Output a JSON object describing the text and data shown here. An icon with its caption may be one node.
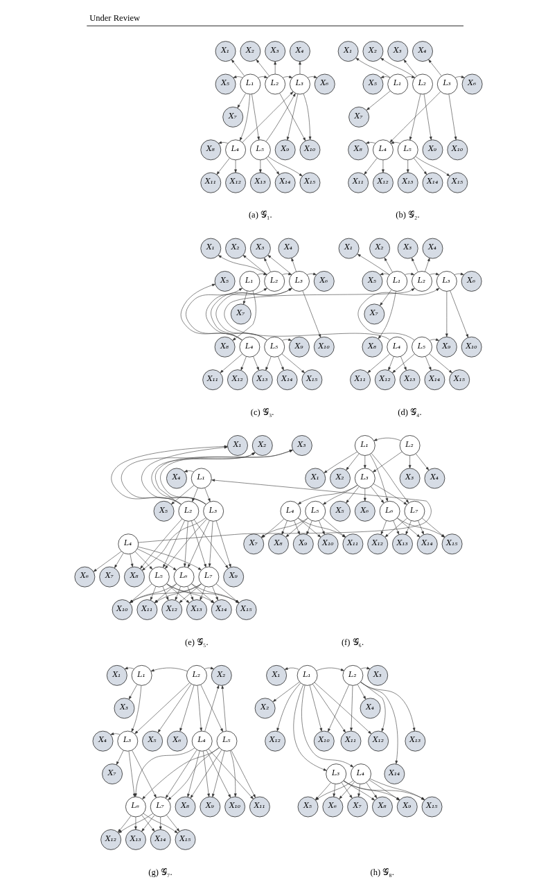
{
  "diagram": {
    "nodes": [
      {
        "text": [
          "X₁"
        ]
      },
      {
        "text": [
          "X₂"
        ]
      },
      {
        "text": [
          "X₃"
        ]
      },
      {
        "text": [
          "X₄"
        ]
      },
      {
        "text": [
          "X₅"
        ]
      },
      {
        "text": [
          "L₁"
        ]
      },
      {
        "text": [
          "L₂"
        ]
      },
      {
        "text": [
          "L₃"
        ]
      },
      {
        "text": [
          "X₆"
        ]
      },
      {
        "text": [
          "X₇"
        ]
      },
      {
        "text": [
          "X₈"
        ]
      },
      {
        "text": [
          "L₄"
        ]
      },
      {
        "text": [
          "L₅"
        ]
      },
      {
        "text": [
          "X₉"
        ]
      },
      {
        "text": [
          "X₁₀"
        ]
      },
      {
        "text": [
          "X₁₁"
        ]
      },
      {
        "text": [
          "X₁₂"
        ]
      },
      {
        "text": [
          "X₁₃"
        ]
      },
      {
        "text": [
          "X₁₄"
        ]
      },
      {
        "text": [
          "X₁₅"
        ]
      },
      {
        "text": [
          "X₁"
        ]
      },
      {
        "text": [
          "X₂"
        ]
      },
      {
        "text": [
          "X₃"
        ]
      },
      {
        "text": [
          "X₄"
        ]
      },
      {
        "text": [
          "X₅"
        ]
      },
      {
        "text": [
          "L₁"
        ]
      },
      {
        "text": [
          "L₂"
        ]
      },
      {
        "text": [
          "L₃"
        ]
      },
      {
        "text": [
          "X₆"
        ]
      },
      {
        "text": [
          "X₇"
        ]
      },
      {
        "text": [
          "X₈"
        ]
      },
      {
        "text": [
          "L₄"
        ]
      },
      {
        "text": [
          "L₅"
        ]
      },
      {
        "text": [
          "X₉"
        ]
      },
      {
        "text": [
          "X₁₀"
        ]
      },
      {
        "text": [
          "X₁₁"
        ]
      },
      {
        "text": [
          "X₁₂"
        ]
      },
      {
        "text": [
          "X₁₃"
        ]
      },
      {
        "text": [
          "X₁₄"
        ]
      },
      {
        "text": [
          "X₁₅"
        ]
      },
      {
        "text": [
          "X₁"
        ]
      },
      {
        "text": [
          "X₂"
        ]
      },
      {
        "text": [
          "X₃"
        ]
      },
      {
        "text": [
          "X₄"
        ]
      },
      {
        "text": [
          "X₅"
        ]
      },
      {
        "text": [
          "L₁"
        ]
      },
      {
        "text": [
          "L₂"
        ]
      },
      {
        "text": [
          "L₃"
        ]
      },
      {
        "text": [
          "X₆"
        ]
      },
      {
        "text": [
          "X₇"
        ]
      },
      {
        "text": [
          "X₈"
        ]
      },
      {
        "text": [
          "L₄"
        ]
      },
      {
        "text": [
          "L₅"
        ]
      },
      {
        "text": [
          "X₉"
        ]
      },
      {
        "text": [
          "X₁₀"
        ]
      },
      {
        "text": [
          "X₁₁"
        ]
      },
      {
        "text": [
          "X₁₂"
        ]
      },
      {
        "text": [
          "X₁₃"
        ]
      },
      {
        "text": [
          "X₁₄"
        ]
      },
      {
        "text": [
          "X₁₅"
        ]
      },
      {
        "text": [
          "X₁"
        ]
      },
      {
        "text": [
          "X₂"
        ]
      },
      {
        "text": [
          "X₃"
        ]
      },
      {
        "text": [
          "X₄"
        ]
      },
      {
        "text": [
          "X₅"
        ]
      },
      {
        "text": [
          "L₁"
        ]
      },
      {
        "text": [
          "L₂"
        ]
      },
      {
        "text": [
          "L₃"
        ]
      },
      {
        "text": [
          "X₆"
        ]
      },
      {
        "text": [
          "X₇"
        ]
      },
      {
        "text": [
          "X₈"
        ]
      },
      {
        "text": [
          "L₄"
        ]
      },
      {
        "text": [
          "L₅"
        ]
      },
      {
        "text": [
          "X₉"
        ]
      },
      {
        "text": [
          "X₁₀"
        ]
      },
      {
        "text": [
          "X₁₁"
        ]
      },
      {
        "text": [
          "X₁₂"
        ]
      },
      {
        "text": [
          "X₁₃"
        ]
      },
      {
        "text": [
          "X₁₄"
        ]
      },
      {
        "text": [
          "X₁₅"
        ]
      },
      {
        "text": [
          "X₁"
        ]
      },
      {
        "text": [
          "X₂"
        ]
      },
      {
        "text": [
          "X₃"
        ]
      },
      {
        "text": [
          "X₄"
        ]
      },
      {
        "text": [
          "L₁"
        ]
      },
      {
        "text": [
          "X₅"
        ]
      },
      {
        "text": [
          "L₂"
        ]
      },
      {
        "text": [
          "L₃"
        ]
      },
      {
        "text": [
          "L₄"
        ]
      },
      {
        "text": [
          "X₆"
        ]
      },
      {
        "text": [
          "X₇"
        ]
      },
      {
        "text": [
          "X₈"
        ]
      },
      {
        "text": [
          "L₅"
        ]
      },
      {
        "text": [
          "L₆"
        ]
      },
      {
        "text": [
          "L₇"
        ]
      },
      {
        "text": [
          "X₉"
        ]
      },
      {
        "text": [
          "X₁₀"
        ]
      },
      {
        "text": [
          "X₁₁"
        ]
      },
      {
        "text": [
          "X₁₂"
        ]
      },
      {
        "text": [
          "X₁₃"
        ]
      },
      {
        "text": [
          "X₁₄"
        ]
      },
      {
        "text": [
          "X₁₅"
        ]
      },
      {
        "text": [
          "L₁"
        ]
      },
      {
        "text": [
          "L₂"
        ]
      },
      {
        "text": [
          "X₁"
        ]
      },
      {
        "text": [
          "X₂"
        ]
      },
      {
        "text": [
          "L₃"
        ]
      },
      {
        "text": [
          "X₃"
        ]
      },
      {
        "text": [
          "X₄"
        ]
      },
      {
        "text": [
          "L₄"
        ]
      },
      {
        "text": [
          "L₅"
        ]
      },
      {
        "text": [
          "X₅"
        ]
      },
      {
        "text": [
          "X₆"
        ]
      },
      {
        "text": [
          "L₆"
        ]
      },
      {
        "text": [
          "L₇"
        ]
      },
      {
        "text": [
          "X₇"
        ]
      },
      {
        "text": [
          "X₈"
        ]
      },
      {
        "text": [
          "X₉"
        ]
      },
      {
        "text": [
          "X₁₀"
        ]
      },
      {
        "text": [
          "X₁₁"
        ]
      },
      {
        "text": [
          "X₁₂"
        ]
      },
      {
        "text": [
          "X₁₃"
        ]
      },
      {
        "text": [
          "X₁₄"
        ]
      },
      {
        "text": [
          "X₁₅"
        ]
      },
      {
        "text": [
          "X₁"
        ]
      },
      {
        "text": [
          "L₁"
        ]
      },
      {
        "text": [
          "L₂"
        ]
      },
      {
        "text": [
          "X₂"
        ]
      },
      {
        "text": [
          "X₃"
        ]
      },
      {
        "text": [
          "X₄"
        ]
      },
      {
        "text": [
          "L₃"
        ]
      },
      {
        "text": [
          "X₅"
        ]
      },
      {
        "text": [
          "X₆"
        ]
      },
      {
        "text": [
          "L₄"
        ]
      },
      {
        "text": [
          "L₅"
        ]
      },
      {
        "text": [
          "X₇"
        ]
      },
      {
        "text": [
          "L₆"
        ]
      },
      {
        "text": [
          "L₇"
        ]
      },
      {
        "text": [
          "X₈"
        ]
      },
      {
        "text": [
          "X₉"
        ]
      },
      {
        "text": [
          "X₁₀"
        ]
      },
      {
        "text": [
          "X₁₁"
        ]
      },
      {
        "text": [
          "X₁₂"
        ]
      },
      {
        "text": [
          "X₁₃"
        ]
      },
      {
        "text": [
          "X₁₄"
        ]
      },
      {
        "text": [
          "X₁₅"
        ]
      },
      {
        "text": [
          "X₁"
        ]
      },
      {
        "text": [
          "L₁"
        ]
      },
      {
        "text": [
          "L₂"
        ]
      },
      {
        "text": [
          "X₃"
        ]
      },
      {
        "text": [
          "X₂"
        ]
      },
      {
        "text": [
          "X₄"
        ]
      },
      {
        "text": [
          "X₁₂"
        ]
      },
      {
        "text": [
          "X₁₀"
        ]
      },
      {
        "text": [
          "X₁₁"
        ]
      },
      {
        "text": [
          "X₁₂"
        ]
      },
      {
        "text": [
          "X₁₃"
        ]
      },
      {
        "text": [
          "L₃"
        ]
      },
      {
        "text": [
          "L₄"
        ]
      },
      {
        "text": [
          "X₁₄"
        ]
      },
      {
        "text": [
          "X₅"
        ]
      },
      {
        "text": [
          "X₆"
        ]
      },
      {
        "text": [
          "X₇"
        ]
      },
      {
        "text": [
          "X₈"
        ]
      },
      {
        "text": [
          "X₉"
        ]
      },
      {
        "text": [
          "X₁₅"
        ]
      }
    ],
    "edges": [
      {
        "from": 5,
        "to": 0,
        "arrow": "to"
      },
      {
        "from": 6,
        "to": 1,
        "arrow": "to"
      },
      {
        "from": 6,
        "to": 2,
        "arrow": "to"
      },
      {
        "from": 7,
        "to": 3,
        "arrow": "to"
      },
      {
        "from": 5,
        "to": 4,
        "arrow": "to"
      },
      {
        "from": 5,
        "to": 6,
        "arrow": "to"
      },
      {
        "from": 6,
        "to": 7,
        "arrow": "to"
      },
      {
        "from": 7,
        "to": 8,
        "arrow": "to"
      },
      {
        "from": 5,
        "to": 9,
        "arrow": "to"
      },
      {
        "from": 5,
        "to": 11,
        "arrow": "to"
      },
      {
        "from": 5,
        "to": 12,
        "arrow": "to"
      },
      {
        "from": 11,
        "to": 7,
        "arrow": "to"
      },
      {
        "from": 12,
        "to": 7,
        "arrow": "to"
      },
      {
        "from": 6,
        "to": 14,
        "arrow": "to"
      },
      {
        "from": 7,
        "to": 13,
        "arrow": "to"
      },
      {
        "from": 7,
        "to": 14,
        "arrow": "to"
      },
      {
        "from": 11,
        "to": 10,
        "arrow": "to"
      },
      {
        "from": 11,
        "to": 15,
        "arrow": "to"
      },
      {
        "from": 11,
        "to": 16,
        "arrow": "to"
      },
      {
        "from": 12,
        "to": 17,
        "arrow": "to"
      },
      {
        "from": 12,
        "to": 18,
        "arrow": "to"
      },
      {
        "from": 12,
        "to": 19,
        "arrow": "to"
      },
      {
        "from": 25,
        "to": 20,
        "arrow": "to"
      },
      {
        "from": 26,
        "to": 21,
        "arrow": "to"
      },
      {
        "from": 26,
        "to": 22,
        "arrow": "to"
      },
      {
        "from": 27,
        "to": 23,
        "arrow": "to"
      },
      {
        "from": 25,
        "to": 24,
        "arrow": "to"
      },
      {
        "from": 25,
        "to": 26,
        "arrow": "to"
      },
      {
        "from": 27,
        "to": 28,
        "arrow": "to"
      },
      {
        "from": 25,
        "to": 29,
        "arrow": "to"
      },
      {
        "from": 26,
        "to": 32,
        "arrow": "to"
      },
      {
        "from": 26,
        "to": 33,
        "arrow": "to"
      },
      {
        "from": 27,
        "to": 31,
        "arrow": "to"
      },
      {
        "from": 27,
        "to": 34,
        "arrow": "to"
      },
      {
        "from": 32,
        "to": 31,
        "arrow": "to"
      },
      {
        "from": 31,
        "to": 30,
        "arrow": "to"
      },
      {
        "from": 31,
        "to": 35,
        "arrow": "to"
      },
      {
        "from": 31,
        "to": 36,
        "arrow": "to"
      },
      {
        "from": 32,
        "to": 37,
        "arrow": "to"
      },
      {
        "from": 32,
        "to": 38,
        "arrow": "to"
      },
      {
        "from": 32,
        "to": 39,
        "arrow": "to"
      },
      {
        "from": 46,
        "to": 40,
        "arrow": "to"
      },
      {
        "from": 46,
        "to": 41,
        "arrow": "to"
      },
      {
        "from": 46,
        "to": 42,
        "arrow": "to"
      },
      {
        "from": 47,
        "to": 42,
        "arrow": "to"
      },
      {
        "from": 47,
        "to": 43,
        "arrow": "to"
      },
      {
        "from": 45,
        "to": 46,
        "arrow": "to"
      },
      {
        "from": 46,
        "to": 47,
        "arrow": "to"
      },
      {
        "from": 47,
        "to": 48,
        "arrow": "to"
      },
      {
        "from": 51,
        "to": 44,
        "arrow": "to"
      },
      {
        "from": 45,
        "to": 49,
        "arrow": "to"
      },
      {
        "from": 45,
        "to": 50,
        "arrow": "to"
      },
      {
        "from": 51,
        "to": 45,
        "arrow": "to"
      },
      {
        "from": 51,
        "to": 47,
        "arrow": "to"
      },
      {
        "from": 52,
        "to": 46,
        "arrow": "to"
      },
      {
        "from": 52,
        "to": 47,
        "arrow": "to"
      },
      {
        "from": 52,
        "to": 53,
        "arrow": "to"
      },
      {
        "from": 47,
        "to": 54,
        "arrow": "to"
      },
      {
        "from": 51,
        "to": 55,
        "arrow": "to"
      },
      {
        "from": 51,
        "to": 56,
        "arrow": "to"
      },
      {
        "from": 51,
        "to": 57,
        "arrow": "to"
      },
      {
        "from": 52,
        "to": 57,
        "arrow": "to"
      },
      {
        "from": 52,
        "to": 58,
        "arrow": "to"
      },
      {
        "from": 52,
        "to": 59,
        "arrow": "to"
      },
      {
        "from": 65,
        "to": 60,
        "arrow": "to"
      },
      {
        "from": 65,
        "to": 61,
        "arrow": "to"
      },
      {
        "from": 66,
        "to": 62,
        "arrow": "to"
      },
      {
        "from": 66,
        "to": 63,
        "arrow": "to"
      },
      {
        "from": 65,
        "to": 64,
        "arrow": "to"
      },
      {
        "from": 65,
        "to": 66,
        "arrow": "to"
      },
      {
        "from": 66,
        "to": 67,
        "arrow": "to"
      },
      {
        "from": 67,
        "to": 68,
        "arrow": "to"
      },
      {
        "from": 65,
        "to": 69,
        "arrow": "to"
      },
      {
        "from": 65,
        "to": 70,
        "arrow": "to"
      },
      {
        "from": 71,
        "to": 66,
        "arrow": "to"
      },
      {
        "from": 72,
        "to": 67,
        "arrow": "to"
      },
      {
        "from": 67,
        "to": 73,
        "arrow": "to"
      },
      {
        "from": 67,
        "to": 74,
        "arrow": "to"
      },
      {
        "from": 72,
        "to": 73,
        "arrow": "to"
      },
      {
        "from": 71,
        "to": 75,
        "arrow": "to"
      },
      {
        "from": 71,
        "to": 76,
        "arrow": "to"
      },
      {
        "from": 71,
        "to": 77,
        "arrow": "to"
      },
      {
        "from": 72,
        "to": 76,
        "arrow": "to"
      },
      {
        "from": 72,
        "to": 78,
        "arrow": "to"
      },
      {
        "from": 72,
        "to": 79,
        "arrow": "to"
      },
      {
        "from": 84,
        "to": 83,
        "arrow": "to"
      },
      {
        "from": 84,
        "to": 85,
        "arrow": "to"
      },
      {
        "from": 88,
        "to": 84,
        "arrow": "to"
      },
      {
        "from": 84,
        "to": 86,
        "arrow": "to"
      },
      {
        "from": 84,
        "to": 87,
        "arrow": "to"
      },
      {
        "from": 86,
        "to": 80,
        "arrow": "to"
      },
      {
        "from": 86,
        "to": 81,
        "arrow": "to"
      },
      {
        "from": 86,
        "to": 82,
        "arrow": "to"
      },
      {
        "from": 87,
        "to": 80,
        "arrow": "to"
      },
      {
        "from": 87,
        "to": 81,
        "arrow": "to"
      },
      {
        "from": 87,
        "to": 82,
        "arrow": "to"
      },
      {
        "from": 88,
        "to": 89,
        "arrow": "to"
      },
      {
        "from": 88,
        "to": 90,
        "arrow": "to"
      },
      {
        "from": 88,
        "to": 91,
        "arrow": "to"
      },
      {
        "from": 88,
        "to": 92,
        "arrow": "to"
      },
      {
        "from": 88,
        "to": 93,
        "arrow": "to"
      },
      {
        "from": 88,
        "to": 94,
        "arrow": "to"
      },
      {
        "from": 86,
        "to": 91,
        "arrow": "to"
      },
      {
        "from": 86,
        "to": 92,
        "arrow": "to"
      },
      {
        "from": 86,
        "to": 93,
        "arrow": "to"
      },
      {
        "from": 86,
        "to": 94,
        "arrow": "to"
      },
      {
        "from": 86,
        "to": 95,
        "arrow": "to"
      },
      {
        "from": 87,
        "to": 91,
        "arrow": "to"
      },
      {
        "from": 87,
        "to": 92,
        "arrow": "to"
      },
      {
        "from": 87,
        "to": 93,
        "arrow": "to"
      },
      {
        "from": 87,
        "to": 94,
        "arrow": "to"
      },
      {
        "from": 87,
        "to": 95,
        "arrow": "to"
      },
      {
        "from": 92,
        "to": 96,
        "arrow": "to"
      },
      {
        "from": 92,
        "to": 97,
        "arrow": "to"
      },
      {
        "from": 92,
        "to": 98,
        "arrow": "to"
      },
      {
        "from": 92,
        "to": 99,
        "arrow": "to"
      },
      {
        "from": 92,
        "to": 100,
        "arrow": "to"
      },
      {
        "from": 92,
        "to": 101,
        "arrow": "to"
      },
      {
        "from": 93,
        "to": 96,
        "arrow": "to"
      },
      {
        "from": 93,
        "to": 97,
        "arrow": "to"
      },
      {
        "from": 93,
        "to": 98,
        "arrow": "to"
      },
      {
        "from": 93,
        "to": 99,
        "arrow": "to"
      },
      {
        "from": 93,
        "to": 100,
        "arrow": "to"
      },
      {
        "from": 93,
        "to": 101,
        "arrow": "to"
      },
      {
        "from": 94,
        "to": 96,
        "arrow": "to"
      },
      {
        "from": 94,
        "to": 97,
        "arrow": "to"
      },
      {
        "from": 94,
        "to": 98,
        "arrow": "to"
      },
      {
        "from": 94,
        "to": 99,
        "arrow": "to"
      },
      {
        "from": 94,
        "to": 100,
        "arrow": "to"
      },
      {
        "from": 94,
        "to": 101,
        "arrow": "to"
      },
      {
        "from": 103,
        "to": 102,
        "arrow": "to"
      },
      {
        "from": 102,
        "to": 104,
        "arrow": "to"
      },
      {
        "from": 102,
        "to": 105,
        "arrow": "to"
      },
      {
        "from": 102,
        "to": 106,
        "arrow": "to"
      },
      {
        "from": 103,
        "to": 106,
        "arrow": "to"
      },
      {
        "from": 103,
        "to": 107,
        "arrow": "to"
      },
      {
        "from": 103,
        "to": 108,
        "arrow": "to"
      },
      {
        "from": 102,
        "to": 113,
        "arrow": "to"
      },
      {
        "from": 102,
        "to": 114,
        "arrow": "to"
      },
      {
        "from": 106,
        "to": 109,
        "arrow": "to"
      },
      {
        "from": 106,
        "to": 110,
        "arrow": "to"
      },
      {
        "from": 106,
        "to": 111,
        "arrow": "to"
      },
      {
        "from": 106,
        "to": 112,
        "arrow": "to"
      },
      {
        "from": 106,
        "to": 113,
        "arrow": "to"
      },
      {
        "from": 106,
        "to": 114,
        "arrow": "to"
      },
      {
        "from": 109,
        "to": 115,
        "arrow": "to"
      },
      {
        "from": 109,
        "to": 116,
        "arrow": "to"
      },
      {
        "from": 109,
        "to": 117,
        "arrow": "to"
      },
      {
        "from": 109,
        "to": 118,
        "arrow": "to"
      },
      {
        "from": 109,
        "to": 119,
        "arrow": "to"
      },
      {
        "from": 110,
        "to": 115,
        "arrow": "to"
      },
      {
        "from": 110,
        "to": 116,
        "arrow": "to"
      },
      {
        "from": 110,
        "to": 117,
        "arrow": "to"
      },
      {
        "from": 110,
        "to": 118,
        "arrow": "to"
      },
      {
        "from": 110,
        "to": 119,
        "arrow": "to"
      },
      {
        "from": 113,
        "to": 120,
        "arrow": "to"
      },
      {
        "from": 113,
        "to": 121,
        "arrow": "to"
      },
      {
        "from": 113,
        "to": 122,
        "arrow": "to"
      },
      {
        "from": 113,
        "to": 123,
        "arrow": "to"
      },
      {
        "from": 114,
        "to": 120,
        "arrow": "to"
      },
      {
        "from": 114,
        "to": 121,
        "arrow": "to"
      },
      {
        "from": 114,
        "to": 122,
        "arrow": "to"
      },
      {
        "from": 114,
        "to": 123,
        "arrow": "to"
      },
      {
        "from": 125,
        "to": 124,
        "arrow": "to"
      },
      {
        "from": 126,
        "to": 125,
        "arrow": "to"
      },
      {
        "from": 126,
        "to": 127,
        "arrow": "to"
      },
      {
        "from": 125,
        "to": 128,
        "arrow": "to"
      },
      {
        "from": 125,
        "to": 130,
        "arrow": "to"
      },
      {
        "from": 126,
        "to": 130,
        "arrow": "to"
      },
      {
        "from": 126,
        "to": 131,
        "arrow": "to"
      },
      {
        "from": 126,
        "to": 132,
        "arrow": "to"
      },
      {
        "from": 126,
        "to": 133,
        "arrow": "to"
      },
      {
        "from": 126,
        "to": 134,
        "arrow": "to"
      },
      {
        "from": 133,
        "to": 127,
        "arrow": "to"
      },
      {
        "from": 134,
        "to": 127,
        "arrow": "to"
      },
      {
        "from": 130,
        "to": 129,
        "arrow": "to"
      },
      {
        "from": 130,
        "to": 135,
        "arrow": "to"
      },
      {
        "from": 130,
        "to": 136,
        "arrow": "to"
      },
      {
        "from": 130,
        "to": 137,
        "arrow": "to"
      },
      {
        "from": 133,
        "to": 136,
        "arrow": "to"
      },
      {
        "from": 133,
        "to": 137,
        "arrow": "to"
      },
      {
        "from": 133,
        "to": 138,
        "arrow": "to"
      },
      {
        "from": 133,
        "to": 139,
        "arrow": "to"
      },
      {
        "from": 133,
        "to": 140,
        "arrow": "to"
      },
      {
        "from": 133,
        "to": 141,
        "arrow": "to"
      },
      {
        "from": 134,
        "to": 136,
        "arrow": "to"
      },
      {
        "from": 134,
        "to": 137,
        "arrow": "to"
      },
      {
        "from": 134,
        "to": 138,
        "arrow": "to"
      },
      {
        "from": 134,
        "to": 139,
        "arrow": "to"
      },
      {
        "from": 134,
        "to": 140,
        "arrow": "to"
      },
      {
        "from": 134,
        "to": 141,
        "arrow": "to"
      },
      {
        "from": 136,
        "to": 142,
        "arrow": "to"
      },
      {
        "from": 136,
        "to": 143,
        "arrow": "to"
      },
      {
        "from": 136,
        "to": 144,
        "arrow": "to"
      },
      {
        "from": 136,
        "to": 145,
        "arrow": "to"
      },
      {
        "from": 137,
        "to": 142,
        "arrow": "to"
      },
      {
        "from": 137,
        "to": 143,
        "arrow": "to"
      },
      {
        "from": 137,
        "to": 144,
        "arrow": "to"
      },
      {
        "from": 137,
        "to": 145,
        "arrow": "to"
      },
      {
        "from": 147,
        "to": 146,
        "arrow": "to"
      },
      {
        "from": 147,
        "to": 148,
        "arrow": "to"
      },
      {
        "from": 148,
        "to": 149,
        "arrow": "to"
      },
      {
        "from": 147,
        "to": 150,
        "arrow": "to"
      },
      {
        "from": 147,
        "to": 152,
        "arrow": "to"
      },
      {
        "from": 147,
        "to": 157,
        "arrow": "to"
      },
      {
        "from": 147,
        "to": 158,
        "arrow": "to"
      },
      {
        "from": 147,
        "to": 153,
        "arrow": "to"
      },
      {
        "from": 147,
        "to": 154,
        "arrow": "to"
      },
      {
        "from": 147,
        "to": 155,
        "arrow": "to"
      },
      {
        "from": 148,
        "to": 153,
        "arrow": "to"
      },
      {
        "from": 148,
        "to": 154,
        "arrow": "to"
      },
      {
        "from": 148,
        "to": 155,
        "arrow": "to"
      },
      {
        "from": 148,
        "to": 151,
        "arrow": "to"
      },
      {
        "from": 148,
        "to": 156,
        "arrow": "to"
      },
      {
        "from": 148,
        "to": 159,
        "arrow": "to"
      },
      {
        "from": 157,
        "to": 160,
        "arrow": "to"
      },
      {
        "from": 157,
        "to": 161,
        "arrow": "to"
      },
      {
        "from": 157,
        "to": 162,
        "arrow": "to"
      },
      {
        "from": 157,
        "to": 163,
        "arrow": "to"
      },
      {
        "from": 157,
        "to": 164,
        "arrow": "to"
      },
      {
        "from": 157,
        "to": 165,
        "arrow": "to"
      },
      {
        "from": 158,
        "to": 160,
        "arrow": "to"
      },
      {
        "from": 158,
        "to": 161,
        "arrow": "to"
      },
      {
        "from": 158,
        "to": 162,
        "arrow": "to"
      },
      {
        "from": 158,
        "to": 163,
        "arrow": "to"
      },
      {
        "from": 158,
        "to": 164,
        "arrow": "to"
      },
      {
        "from": 158,
        "to": 165,
        "arrow": "to"
      }
    ],
    "labels": [
      "Under Review",
      "(a) 𝒢₁.",
      "(b) 𝒢₂.",
      "(c) 𝒢₃.",
      "(d) 𝒢₄.",
      "(e) 𝒢₅.",
      "(f) 𝒢₆.",
      "(g) 𝒢₇.",
      "(h) 𝒢₈."
    ]
  }
}
